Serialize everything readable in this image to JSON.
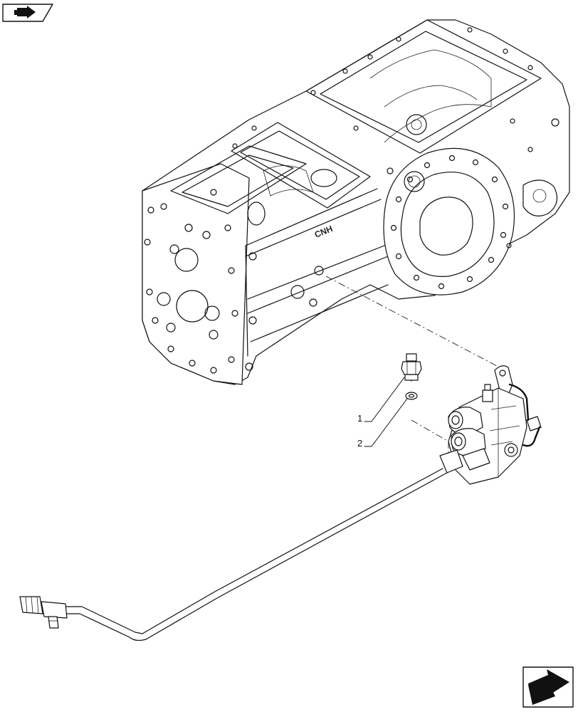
{
  "callouts": [
    {
      "number": "1",
      "part": "fitting"
    },
    {
      "number": "2",
      "part": "seal-washer"
    }
  ],
  "casting_mark": "CNH",
  "icons": {
    "top_left": "nav-arrow-tab-icon",
    "bottom_right": "next-page-arrow-icon"
  },
  "colors": {
    "line": "#111111",
    "background": "#ffffff",
    "icon_fill": "#111111"
  }
}
